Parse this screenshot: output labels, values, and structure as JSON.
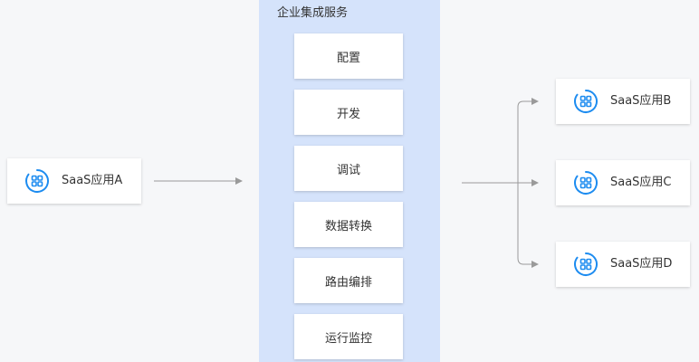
{
  "service_panel": {
    "title": "企业集成服务",
    "steps": [
      "配置",
      "开发",
      "调试",
      "数据转换",
      "路由编排",
      "运行监控"
    ]
  },
  "source_app": {
    "label": "SaaS应用A",
    "icon": "app-grid-icon"
  },
  "target_apps": [
    {
      "label": "SaaS应用B",
      "icon": "app-grid-icon"
    },
    {
      "label": "SaaS应用C",
      "icon": "app-grid-icon"
    },
    {
      "label": "SaaS应用D",
      "icon": "app-grid-icon"
    }
  ],
  "colors": {
    "background": "#f6f7f9",
    "panel": "#d5e3fb",
    "icon": "#1d8cf0",
    "connector": "#9a9a9a",
    "text": "#333333"
  }
}
